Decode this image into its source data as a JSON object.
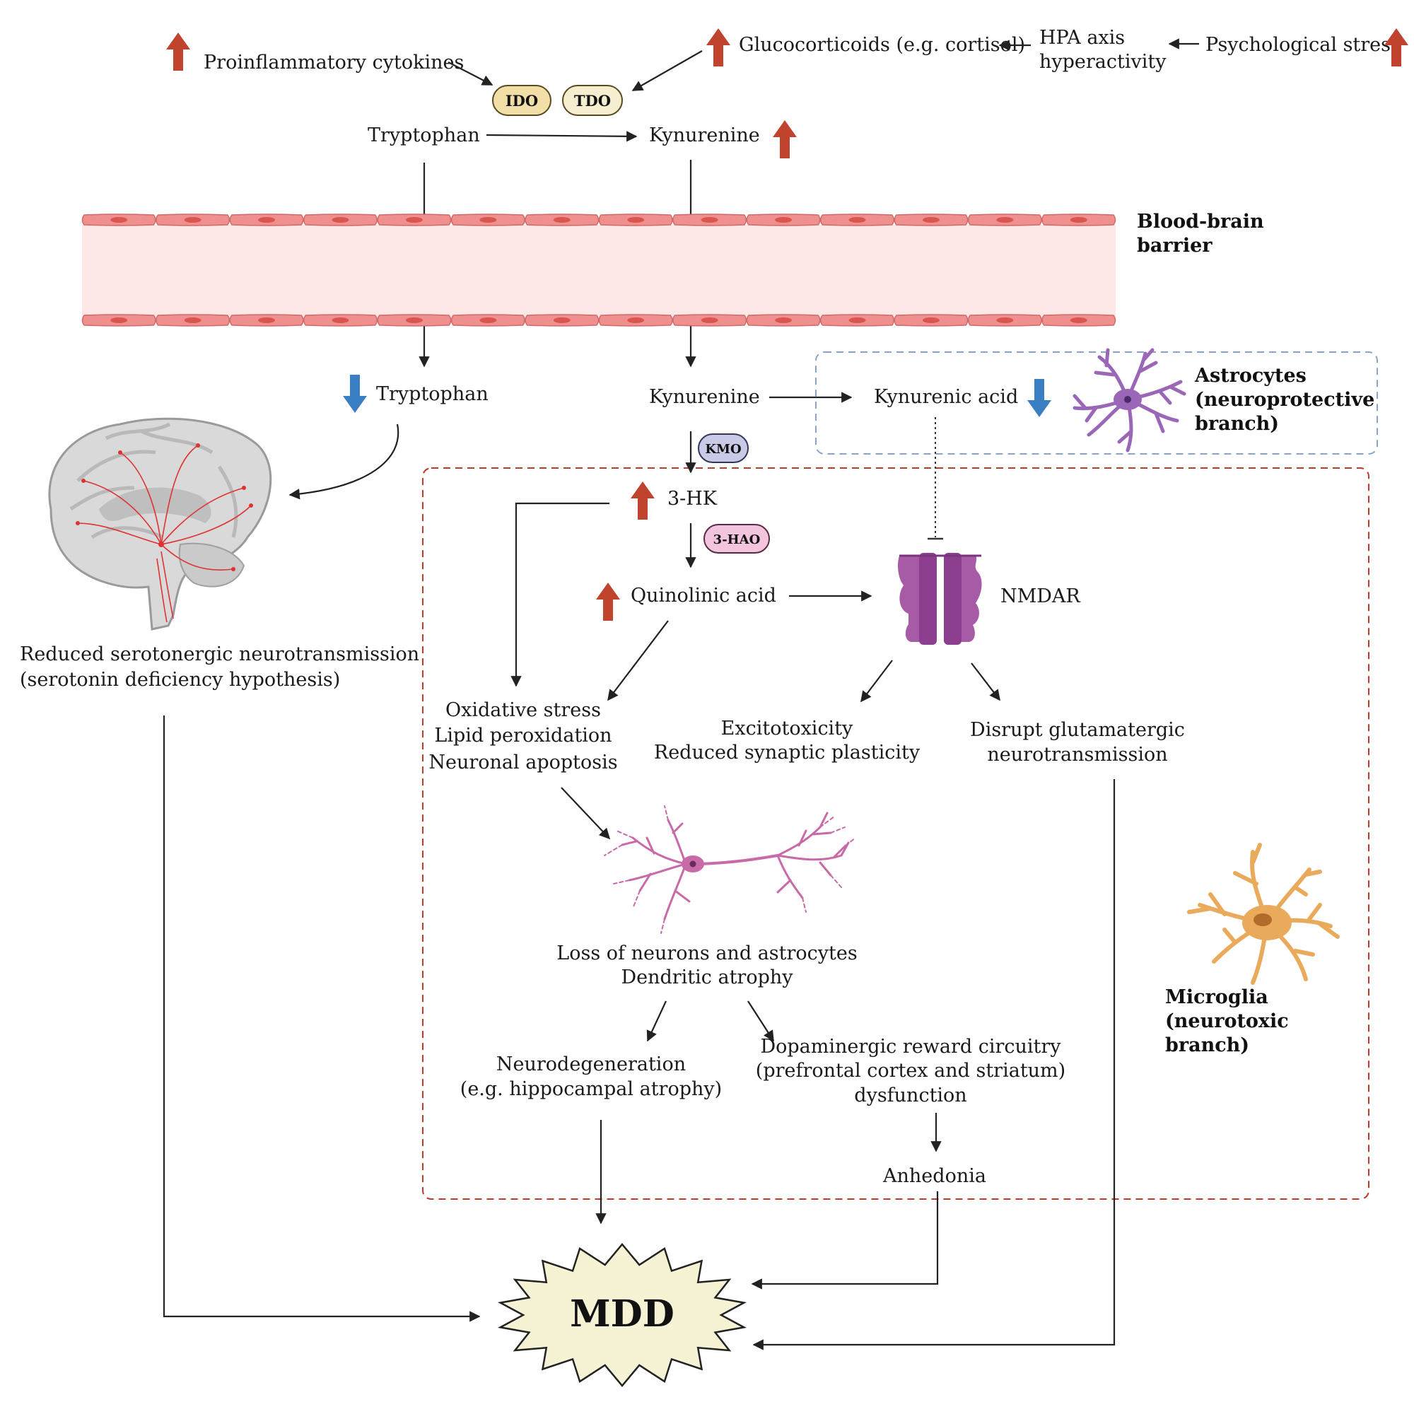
{
  "top": {
    "cytokines": "Proinflammatory cytokines",
    "glucocorticoids": "Glucocorticoids (e.g. cortisol)",
    "hpa_line1": "HPA axis",
    "hpa_line2": "hyperactivity",
    "stress": "Psychological stress",
    "enzyme_ido": "IDO",
    "enzyme_tdo": "TDO",
    "tryptophan": "Tryptophan",
    "kynurenine": "Kynurenine"
  },
  "barrier": {
    "line1": "Blood-brain",
    "line2": "barrier"
  },
  "brain_side": {
    "tryptophan": "Tryptophan",
    "kynurenine": "Kynurenine",
    "kynurenic_acid": "Kynurenic acid",
    "astro_line1": "Astrocytes",
    "astro_line2": "(neuroprotective",
    "astro_line3": "branch)",
    "enzyme_kmo": "KMO",
    "hk": "3-HK",
    "enzyme_3hao": "3-HAO",
    "quinolinic": "Quinolinic acid",
    "nmdar": "NMDAR"
  },
  "effects": {
    "serotonin_line1": "Reduced serotonergic neurotransmission",
    "serotonin_line2": "(serotonin deficiency hypothesis)",
    "oxidative_line1": "Oxidative stress",
    "oxidative_line2": "Lipid peroxidation",
    "oxidative_line3": "Neuronal apoptosis",
    "excito_line1": "Excitotoxicity",
    "excito_line2": "Reduced synaptic plasticity",
    "glut_line1": "Disrupt glutamatergic",
    "glut_line2": "neurotransmission",
    "loss_line1": "Loss of neurons and astrocytes",
    "loss_line2": "Dendritic atrophy",
    "neurodeg_line1": "Neurodegeneration",
    "neurodeg_line2": "(e.g. hippocampal atrophy)",
    "dopa_line1": "Dopaminergic reward circuitry",
    "dopa_line2": "(prefrontal cortex and striatum)",
    "dopa_line3": "dysfunction",
    "anhedonia": "Anhedonia",
    "micro_line1": "Microglia",
    "micro_line2": "(neurotoxic",
    "micro_line3": "branch)",
    "mdd": "MDD"
  },
  "colors": {
    "up_arrow": "#c0432e",
    "down_arrow": "#3a7fc4",
    "barrier_cell": "#f0908e",
    "barrier_fill": "#fde8e7",
    "astro_box": "#8aa4c8",
    "micro_box": "#c0392b",
    "astrocyte": "#9a67b8",
    "microglia": "#eaaa5c",
    "neuron": "#c96aa8",
    "nmdar": "#a75aa6",
    "mdd_fill": "#f6f2d4"
  }
}
